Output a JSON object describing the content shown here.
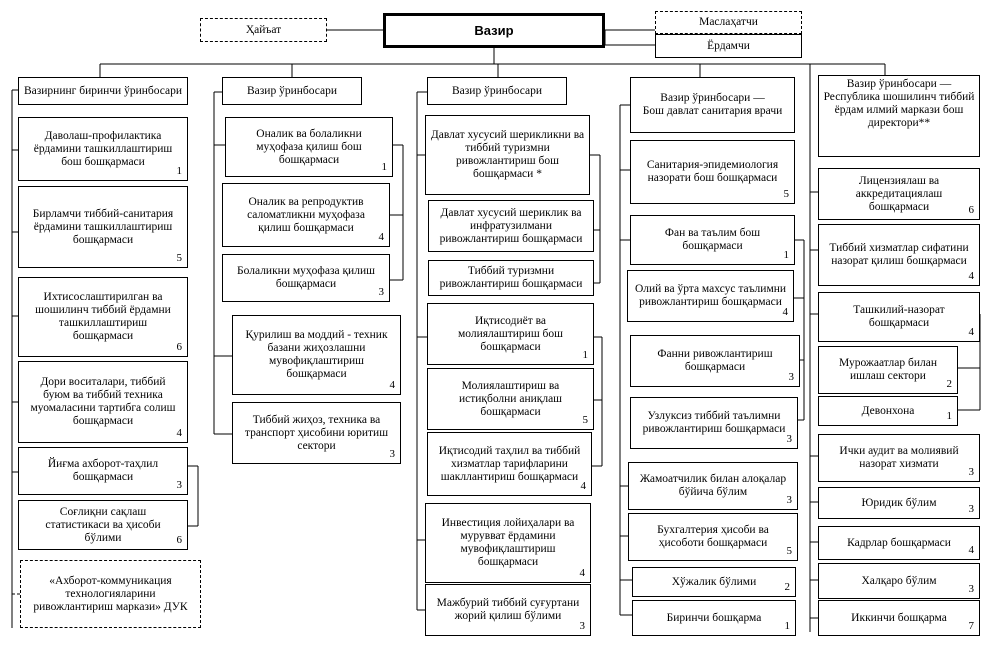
{
  "top": {
    "minister": "Вазир",
    "hayat": "Ҳайъат",
    "advisor": "Маслаҳатчи",
    "assistant": "Ёрдамчи"
  },
  "col1": {
    "head": "Вазирнинг биринчи ўринбосари",
    "items": [
      {
        "text": "Даволаш-профилактика\nёрдамини ташкиллаштириш\nбош бошқармаси",
        "num": "1"
      },
      {
        "text": "Бирламчи тиббий-санитария\nёрдамини ташкиллаштириш\nбошқармаси",
        "num": "5"
      },
      {
        "text": "Ихтисослаштирилган ва\nшошилинч тиббий ёрдамни\nташкиллаштириш\nбошқармаси",
        "num": "6"
      },
      {
        "text": "Дори воситалари, тиббий\nбуюм ва тиббий техника\nмуомаласини тартибга солиш\nбошқармаси",
        "num": "4"
      },
      {
        "text": "Йиғма ахборот-таҳлил\nбошқармаси",
        "num": "3"
      },
      {
        "text": "Соғлиқни сақлаш\nстатистикаси ва ҳисоби\nбўлими",
        "num": "6"
      },
      {
        "text": "«Ахборот-коммуникация\nтехнологияларини\nривожлантириш маркази» ДУК",
        "num": ""
      }
    ]
  },
  "col2": {
    "head": "Вазир ўринбосари",
    "items": [
      {
        "text": "Оналик ва болаликни\nмуҳофаза қилиш бош\nбошқармаси",
        "num": "1"
      },
      {
        "text": "Оналик ва репродуктив\nсаломатликни муҳофаза\nқилиш бошқармаси",
        "num": "4"
      },
      {
        "text": "Болаликни муҳофаза қилиш\nбошқармаси",
        "num": "3"
      },
      {
        "text": "Қурилиш ва моддий - техник\nбазани жиҳозлашни\nмувофиқлаштириш\nбошқармаси",
        "num": "4"
      },
      {
        "text": "Тиббий жиҳоз, техника ва\nтранспорт ҳисобини юритиш\nсектори",
        "num": "3"
      }
    ]
  },
  "col3": {
    "head": "Вазир ўринбосари",
    "items": [
      {
        "text": "Давлат хусусий шерикликни ва\nтиббий туризмни\nривожлантириш бош\nбошқармаси *",
        "num": ""
      },
      {
        "text": "Давлат хусусий шериклик ва\nинфратузилмани\nривожлантириш бошқармаси",
        "num": ""
      },
      {
        "text": "Тиббий туризмни\nривожлантириш бошқармаси",
        "num": ""
      },
      {
        "text": "Иқтисодиёт ва\nмолиялаштириш бош\nбошқармаси",
        "num": "1"
      },
      {
        "text": "Молиялаштириш ва\nистиқболни аниқлаш\nбошқармаси",
        "num": "5"
      },
      {
        "text": "Иқтисодий таҳлил ва тиббий\nхизматлар тарифларини\nшакллантириш бошқармаси",
        "num": "4"
      },
      {
        "text": "Инвестиция лойиҳалари ва\nмурувват ёрдамини\nмувофиқлаштириш\nбошқармаси",
        "num": "4"
      },
      {
        "text": "Мажбурий тиббий суғуртани\nжорий қилиш бўлими",
        "num": "3"
      }
    ]
  },
  "col4": {
    "head": "Вазир ўринбосари —\nБош давлат санитария врачи",
    "items": [
      {
        "text": "Санитария-эпидемиология\nназорати бош бошқармаси",
        "num": "5"
      },
      {
        "text": "Фан ва таълим бош\nбошқармаси",
        "num": "1"
      },
      {
        "text": "Олий ва ўрта махсус таълимни\nривожлантириш бошқармаси",
        "num": "4"
      },
      {
        "text": "Фанни ривожлантириш\nбошқармаси",
        "num": "3"
      },
      {
        "text": "Узлуксиз тиббий таълимни\nривожлантириш бошқармаси",
        "num": "3"
      },
      {
        "text": "Жамоатчилик билан алоқалар\nбўйича бўлим",
        "num": "3"
      },
      {
        "text": "Бухгалтерия ҳисоби ва\nҳисоботи бошқармаси",
        "num": "5"
      },
      {
        "text": "Хўжалик бўлими",
        "num": "2"
      },
      {
        "text": "Биринчи бошқарма",
        "num": "1"
      }
    ]
  },
  "col5": {
    "head": "Вазир ўринбосари —\nРеспублика шошилинч тиббий\nёрдам илмий маркази бош\nдиректори**",
    "items": [
      {
        "text": "Лицензиялаш ва\nаккредитациялаш\nбошқармаси",
        "num": "6"
      },
      {
        "text": "Тиббий хизматлар сифатини\nназорат қилиш бошқармаси",
        "num": "4"
      },
      {
        "text": "Ташкилий-назорат\nбошқармаси",
        "num": "4"
      },
      {
        "text": "Мурожаатлар билан\nишлаш сектори",
        "num": "2"
      },
      {
        "text": "Девонхона",
        "num": "1"
      },
      {
        "text": "Ички аудит ва молиявий\nназорат хизмати",
        "num": "3"
      },
      {
        "text": "Юридик бўлим",
        "num": "3"
      },
      {
        "text": "Кадрлар бошқармаси",
        "num": "4"
      },
      {
        "text": "Халқаро бўлим",
        "num": "3"
      },
      {
        "text": "Иккинчи бошқарма",
        "num": "7"
      }
    ]
  }
}
